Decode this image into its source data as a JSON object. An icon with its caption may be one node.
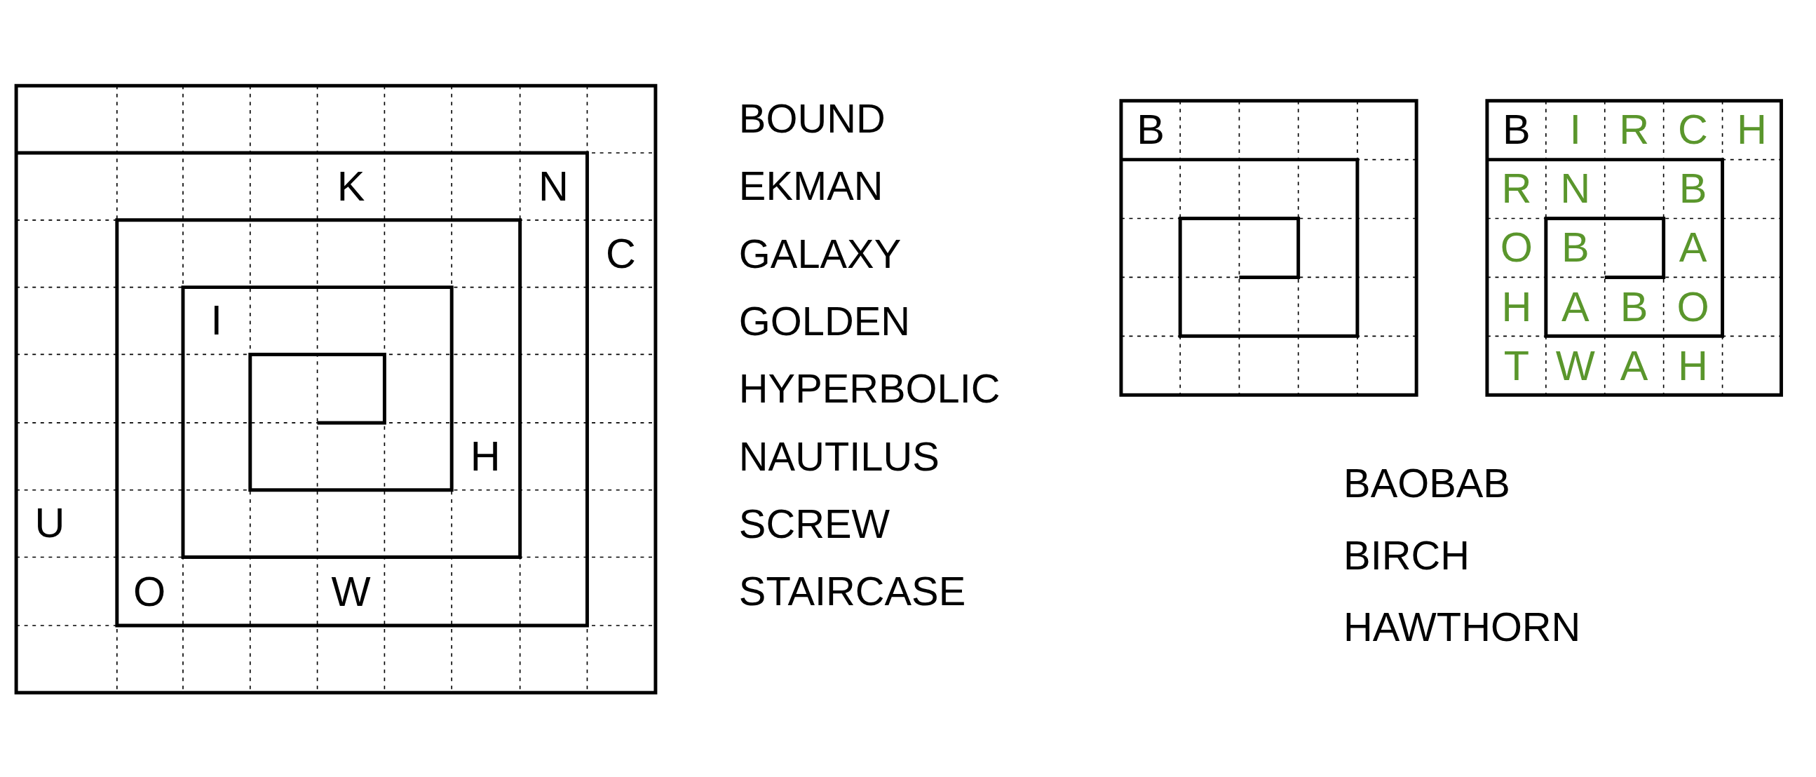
{
  "diagram": {
    "labels": [
      "K",
      "N",
      "C",
      "I",
      "H",
      "U",
      "O",
      "W",
      "BOUND",
      "EKMAN",
      "GALAXY",
      "GOLDEN",
      "HYPERBOLIC",
      "NAUTILUS",
      "SCREW",
      "STAIRCASE",
      "B",
      "B",
      "I",
      "R",
      "C",
      "H",
      "R",
      "N",
      "B",
      "O",
      "B",
      "A",
      "H",
      "A",
      "B",
      "O",
      "T",
      "W",
      "A",
      "H",
      "BAOBAB",
      "BIRCH",
      "HAWTHORN"
    ]
  }
}
